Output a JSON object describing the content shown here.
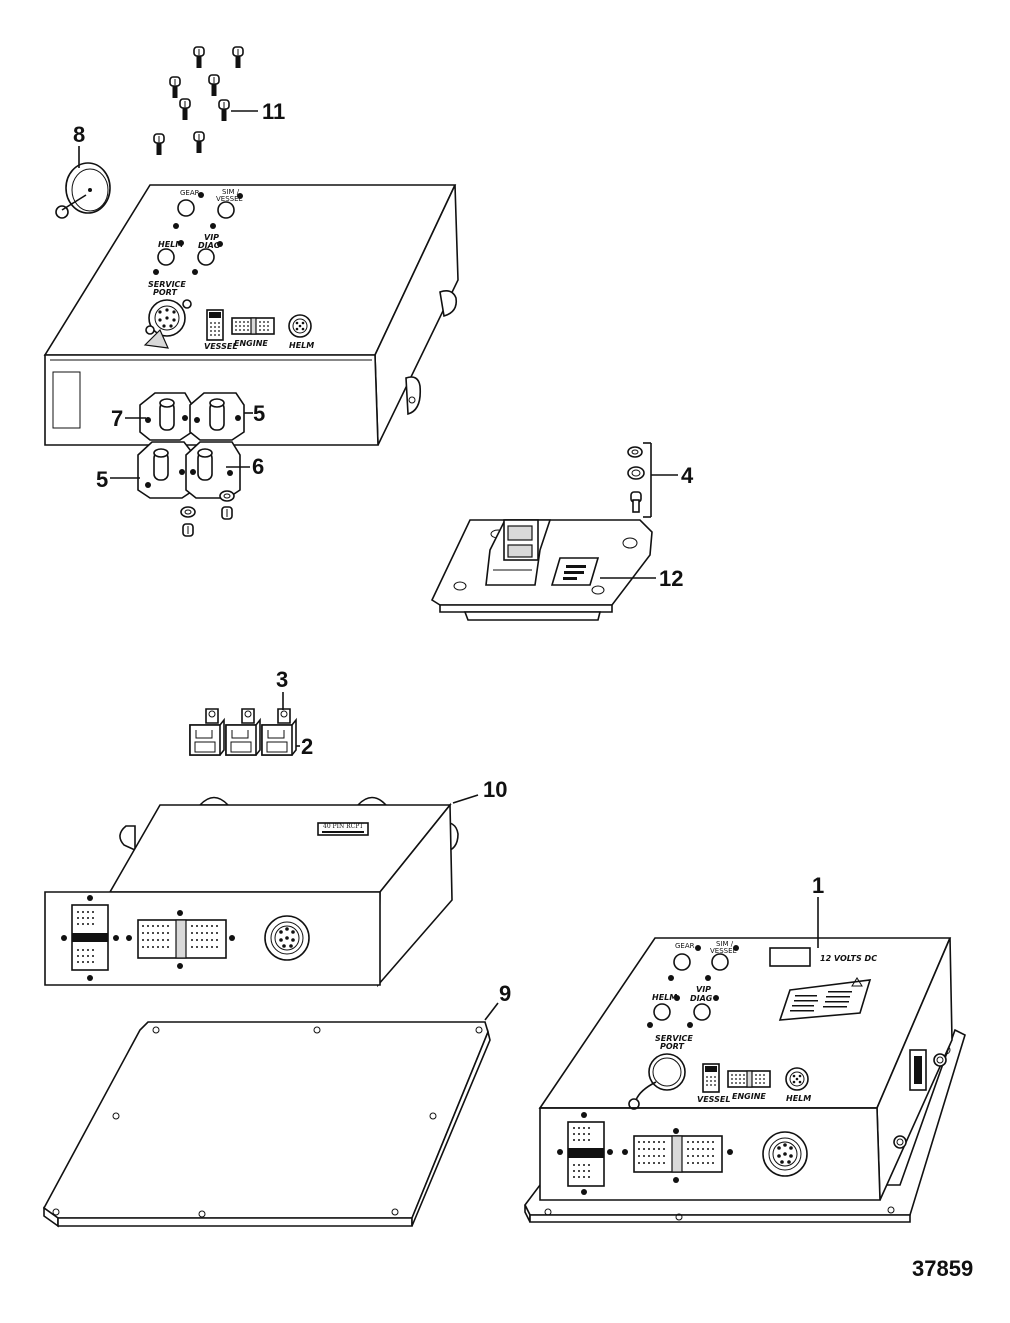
{
  "figure_number": "37859",
  "callouts": {
    "c1": "1",
    "c2": "2",
    "c3": "3",
    "c4": "4",
    "c5a": "5",
    "c5b": "5",
    "c6": "6",
    "c7": "7",
    "c8": "8",
    "c9": "9",
    "c10": "10",
    "c11": "11",
    "c12": "12"
  },
  "panel_labels": {
    "gear": "GEAR",
    "sim_vessel_1": "SIM /",
    "sim_vessel_2": "VESSEL",
    "helm": "HELM",
    "vip": "VIP",
    "diag": "DIAG",
    "service": "SERVICE",
    "port": "PORT",
    "vessel": "VESSEL",
    "engine": "ENGINE",
    "helm_conn": "HELM"
  },
  "module_labels": {
    "pin_rcpt": "40 PIN RCPT",
    "volts": "12 VOLTS DC"
  }
}
